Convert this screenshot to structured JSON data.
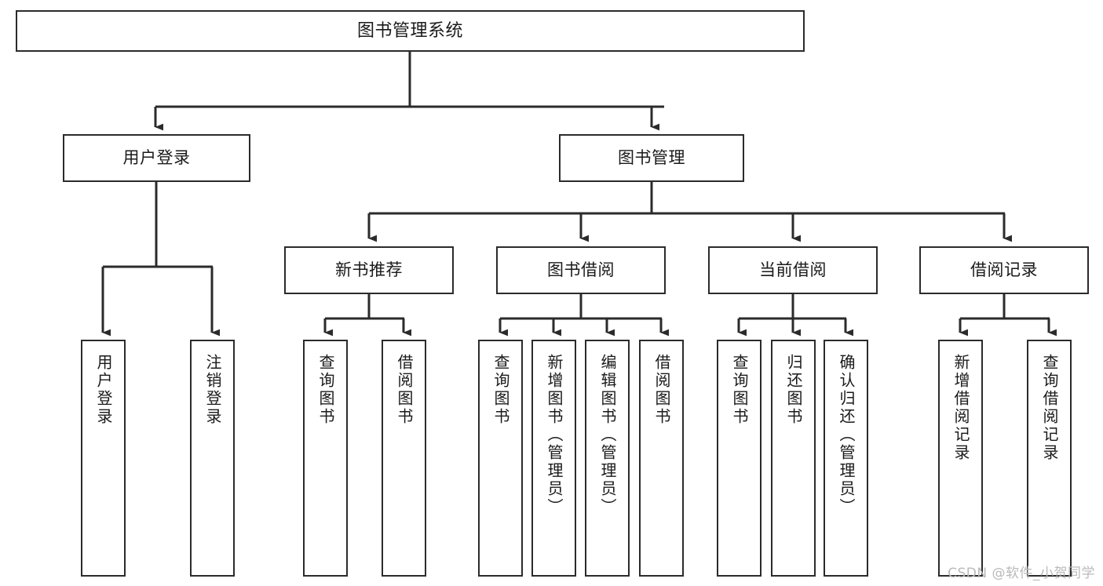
{
  "diagram": {
    "title": "图书管理系统",
    "type": "tree",
    "watermark": "CSDN @软件_小贺同学",
    "colors": {
      "stroke": "#2b2b2b",
      "fill": "#ffffff",
      "text": "#1a1a1a",
      "watermark": "#b9b9b9"
    },
    "nodes": {
      "root": {
        "label": "图书管理系统"
      },
      "level2": [
        {
          "id": "user-login",
          "label": "用户登录"
        },
        {
          "id": "book-manage",
          "label": "图书管理"
        }
      ],
      "level3": [
        {
          "id": "new-book-recommend",
          "label": "新书推荐"
        },
        {
          "id": "book-borrow",
          "label": "图书借阅"
        },
        {
          "id": "current-borrow",
          "label": "当前借阅"
        },
        {
          "id": "borrow-record",
          "label": "借阅记录"
        }
      ],
      "leaves": [
        {
          "id": "leaf-user-login",
          "label": "用户登录",
          "parent": "user-login"
        },
        {
          "id": "leaf-user-logout",
          "label": "注销登录",
          "parent": "user-login"
        },
        {
          "id": "leaf-query-book-1",
          "label": "查询图书",
          "parent": "new-book-recommend"
        },
        {
          "id": "leaf-borrow-book-1",
          "label": "借阅图书",
          "parent": "new-book-recommend"
        },
        {
          "id": "leaf-query-book-2",
          "label": "查询图书",
          "parent": "book-borrow"
        },
        {
          "id": "leaf-add-book",
          "label": "新增图书（管理员）",
          "parent": "book-borrow"
        },
        {
          "id": "leaf-edit-book",
          "label": "编辑图书（管理员）",
          "parent": "book-borrow"
        },
        {
          "id": "leaf-borrow-book-2",
          "label": "借阅图书",
          "parent": "book-borrow"
        },
        {
          "id": "leaf-query-book-3",
          "label": "查询图书",
          "parent": "current-borrow"
        },
        {
          "id": "leaf-return-book",
          "label": "归还图书",
          "parent": "current-borrow"
        },
        {
          "id": "leaf-confirm-return",
          "label": "确认归还（管理员）",
          "parent": "current-borrow"
        },
        {
          "id": "leaf-add-record",
          "label": "新增借阅记录",
          "parent": "borrow-record"
        },
        {
          "id": "leaf-query-record",
          "label": "查询借阅记录",
          "parent": "borrow-record"
        }
      ]
    }
  }
}
